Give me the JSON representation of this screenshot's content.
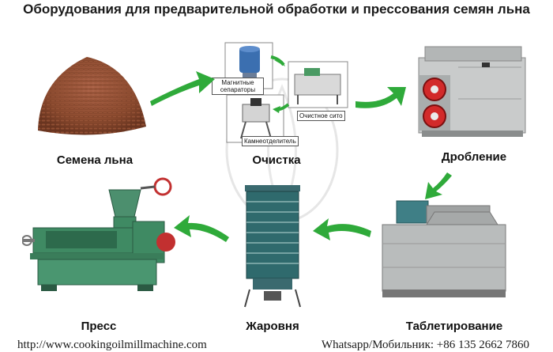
{
  "title": "Оборудования для предварительной обработки и прессования семян льна",
  "stages": {
    "seeds": "Семена льна",
    "cleaning": "Очистка",
    "crushing": "Дробление",
    "flaking": "Таблетирование",
    "roasting": "Жаровня",
    "press": "Пресс"
  },
  "cleaning_parts": {
    "magnetic": "Магнитные сепараторы",
    "sieve": "Очистное сито",
    "destoner": "Камнеотделитель"
  },
  "footer": {
    "url": "http://www.cookingoilmillmachine.com",
    "contact": "Whatsapp/Мобильник: +86 135 2662 7860"
  },
  "colors": {
    "arrow": "#2faa3a",
    "machine_green": "#3f8a63",
    "machine_gray": "#b9bcbc",
    "seed_brown": "#8b4a2e"
  }
}
